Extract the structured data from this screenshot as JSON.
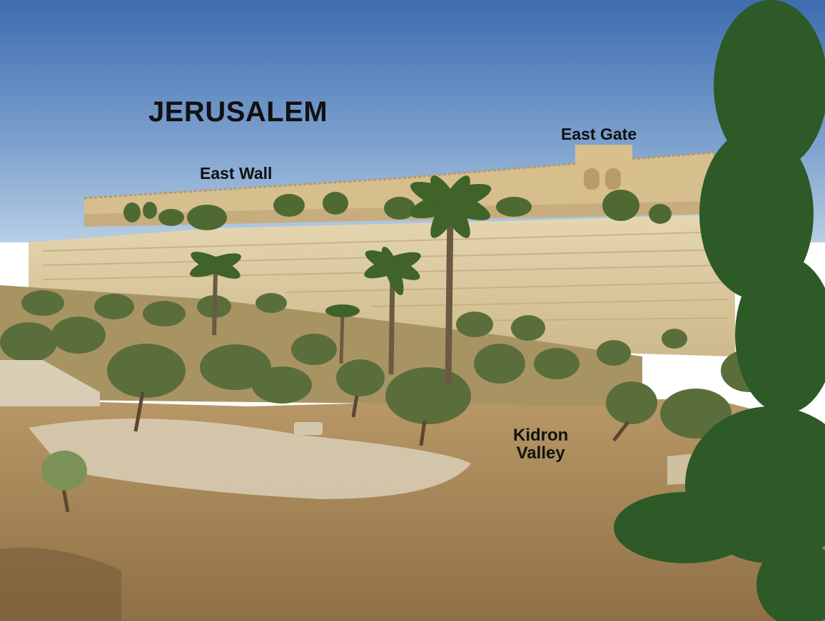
{
  "labels": {
    "city": "JERUSALEM",
    "gate": "East Gate",
    "wall": "East Wall",
    "valley_line1": "Kidron",
    "valley_line2": "Valley"
  },
  "colors": {
    "sky_top": "#3f6fb3",
    "sky_bottom": "#a8c3df",
    "wall_stone": "#d6c08e",
    "terrace_stone": "#e2d3ae",
    "olive_foliage": "#556b3a",
    "cypress_foliage": "#2f5a2a",
    "dry_ground": "#a7865a",
    "label_text": "#111111"
  }
}
